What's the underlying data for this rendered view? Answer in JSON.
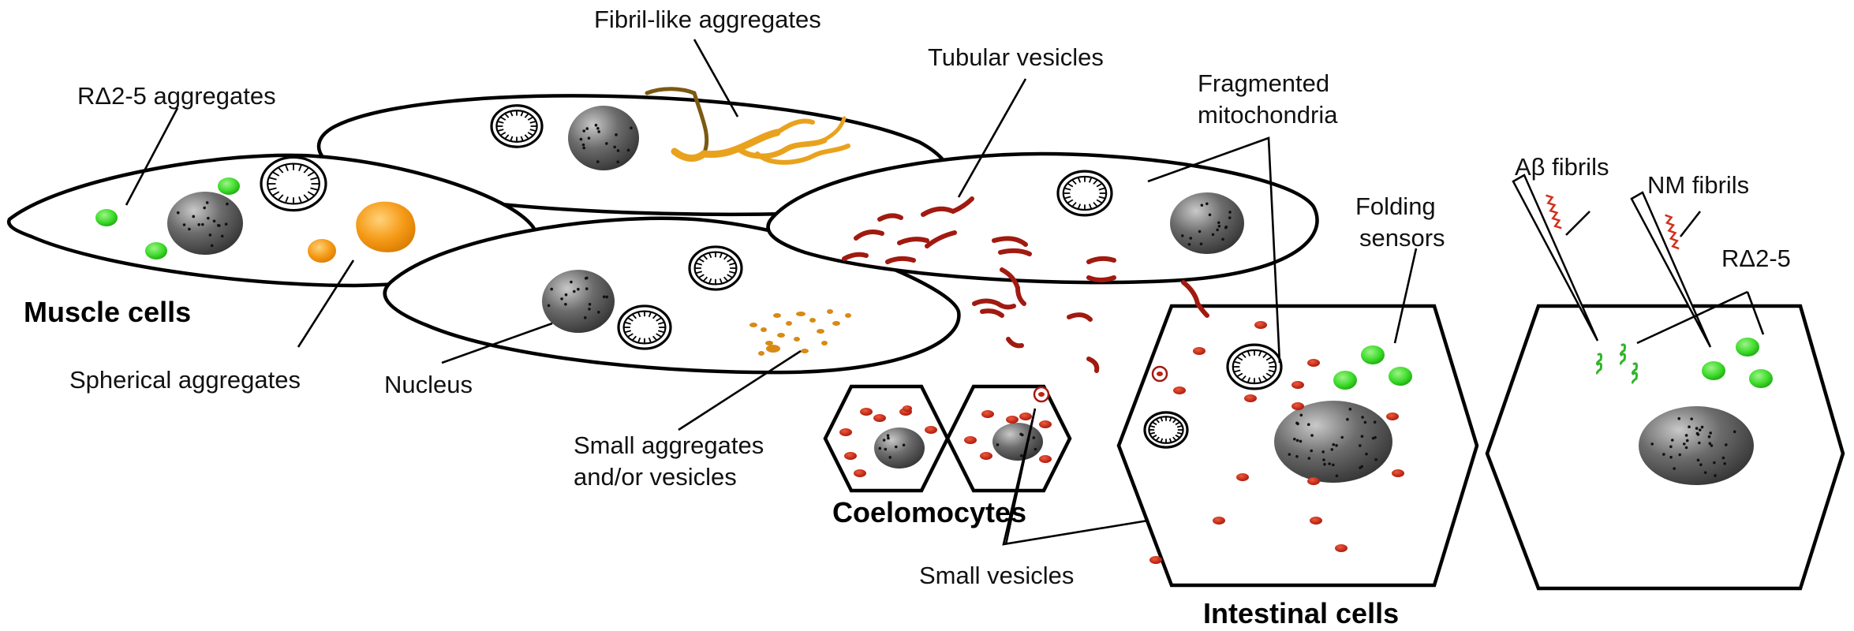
{
  "labels": {
    "fibril_like": "Fibril-like aggregates",
    "rd25_aggregates": "RΔ2-5 aggregates",
    "tubular_vesicles": "Tubular vesicles",
    "fragmented_line1": "Fragmented",
    "fragmented_line2": "mitochondria",
    "folding_line1": "Folding",
    "folding_line2": "sensors",
    "abeta_fibrils": "Aβ fibrils",
    "nm_fibrils": "NM fibrils",
    "rd25": "RΔ2-5",
    "muscle_cells": "Muscle cells",
    "spherical": "Spherical aggregates",
    "nucleus": "Nucleus",
    "small_agg_line1": "Small aggregates",
    "small_agg_line2": "and/or vesicles",
    "coelomocytes": "Coelomocytes",
    "small_vesicles": "Small vesicles",
    "intestinal_cells": "Intestinal cells"
  },
  "colors": {
    "green_aggregate": "#3ddc2a",
    "orange_aggregate": "#f59a16",
    "fibril": "#e9a21d",
    "vesicle_red": "#c4200f",
    "tubular_red": "#a11a10",
    "nucleus_gray": "#555555"
  }
}
